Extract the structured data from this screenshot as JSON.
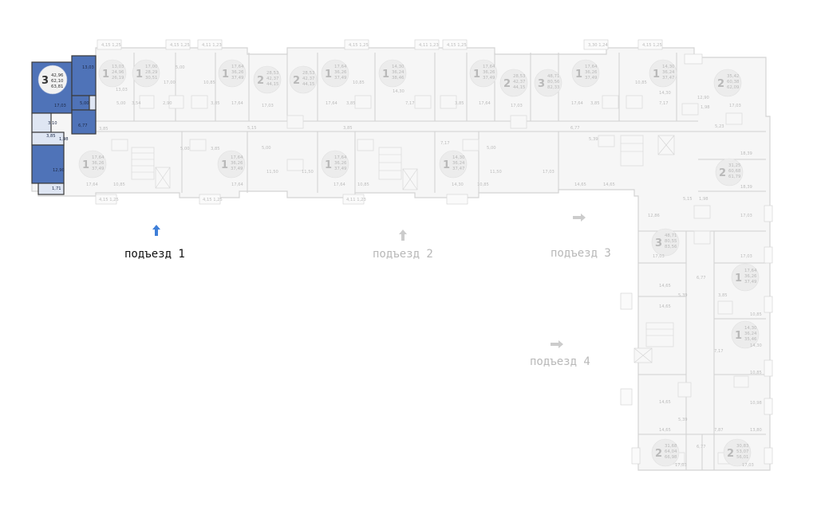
{
  "entrances": [
    {
      "label": "подъезд 1",
      "active": true,
      "arrow": "up"
    },
    {
      "label": "подъезд 2",
      "active": false,
      "arrow": "up"
    },
    {
      "label": "подъезд 3",
      "active": false,
      "arrow": "right"
    },
    {
      "label": "подъезд 4",
      "active": false,
      "arrow": "right"
    }
  ],
  "selected": {
    "rooms": "3",
    "areas": [
      "42,96",
      "62,10",
      "63,81"
    ],
    "room_areas": [
      "17,03",
      "13,03",
      "5,00",
      "6,77",
      "1,98",
      "12,90",
      "3,10",
      "3,85",
      "1,71"
    ]
  },
  "apartments": [
    {
      "rooms": "1",
      "areas": [
        "13,03",
        "24,96",
        "26,19"
      ]
    },
    {
      "rooms": "1",
      "areas": [
        "17,00",
        "28,29",
        "30,51"
      ]
    },
    {
      "rooms": "1",
      "areas": [
        "17,64",
        "36,26",
        "37,49"
      ]
    },
    {
      "rooms": "2",
      "areas": [
        "28,53",
        "42,37",
        "44,15"
      ]
    },
    {
      "rooms": "2",
      "areas": [
        "28,53",
        "42,37",
        "44,15"
      ]
    },
    {
      "rooms": "1",
      "areas": [
        "17,64",
        "36,26",
        "37,49"
      ]
    },
    {
      "rooms": "1",
      "areas": [
        "14,30",
        "36,24",
        "38,46"
      ]
    },
    {
      "rooms": "1",
      "areas": [
        "17,64",
        "36,26",
        "37,49"
      ]
    },
    {
      "rooms": "2",
      "areas": [
        "28,53",
        "42,37",
        "44,15"
      ]
    },
    {
      "rooms": "3",
      "areas": [
        "48,71",
        "80,56",
        "82,33"
      ]
    },
    {
      "rooms": "1",
      "areas": [
        "17,64",
        "36,26",
        "37,49"
      ]
    },
    {
      "rooms": "1",
      "areas": [
        "14,30",
        "36,24",
        "37,47"
      ]
    },
    {
      "rooms": "2",
      "areas": [
        "35,42",
        "60,38",
        "62,09"
      ]
    },
    {
      "rooms": "1",
      "areas": [
        "17,64",
        "36,26",
        "37,49"
      ]
    },
    {
      "rooms": "1",
      "areas": [
        "17,64",
        "36,26",
        "37,49"
      ]
    },
    {
      "rooms": "1",
      "areas": [
        "17,64",
        "36,26",
        "37,49"
      ]
    },
    {
      "rooms": "1",
      "areas": [
        "14,30",
        "36,24",
        "37,47"
      ]
    },
    {
      "rooms": "2",
      "areas": [
        "31,25",
        "60,68",
        "61,79"
      ]
    },
    {
      "rooms": "3",
      "areas": [
        "48,71",
        "80,55",
        "83,56"
      ]
    },
    {
      "rooms": "1",
      "areas": [
        "17,64",
        "36,26",
        "37,49"
      ]
    },
    {
      "rooms": "1",
      "areas": [
        "14,30",
        "36,24",
        "35,46"
      ]
    },
    {
      "rooms": "2",
      "areas": [
        "31,68",
        "64,04",
        "66,98"
      ]
    },
    {
      "rooms": "2",
      "areas": [
        "30,83",
        "53,07",
        "56,01"
      ]
    }
  ],
  "room_labels": [
    "13,03",
    "5,00",
    "3,54",
    "2,90",
    "17,00",
    "5,00",
    "10,85",
    "3,85",
    "17,64",
    "17,03",
    "10,85",
    "3,85",
    "17,64",
    "14,30",
    "7,17",
    "3,85",
    "17,64",
    "17,03",
    "17,64",
    "3,85",
    "10,85",
    "7,17",
    "14,30",
    "12,90",
    "1,98",
    "17,03",
    "5,23",
    "3,85",
    "17,64",
    "10,85",
    "5,00",
    "3,85",
    "17,64",
    "11,50",
    "5,15",
    "5,00",
    "11,50",
    "17,64",
    "10,85",
    "3,85",
    "7,17",
    "5,00",
    "14,30",
    "10,85",
    "11,50",
    "17,03",
    "6,77",
    "5,39",
    "14,65",
    "14,65",
    "18,39",
    "18,39",
    "5,15",
    "1,98",
    "12,86",
    "17,03",
    "17,03",
    "17,03",
    "6,77",
    "14,65",
    "5,39",
    "14,65",
    "3,85",
    "10,85",
    "7,17",
    "14,30",
    "10,85",
    "14,65",
    "5,39",
    "14,65",
    "7,87",
    "10,98",
    "13,80",
    "6,77",
    "17,03",
    "17,03"
  ],
  "balcony_labels": [
    "4,15 1,25",
    "4,15 1,25",
    "4,11 1,23",
    "4,15 1,25",
    "4,11 1,23",
    "4,15 1,25",
    "3,30 1,24",
    "4,15 1,25",
    "4,15 1,25",
    "4,15 1,25",
    "4,11 1,23"
  ]
}
